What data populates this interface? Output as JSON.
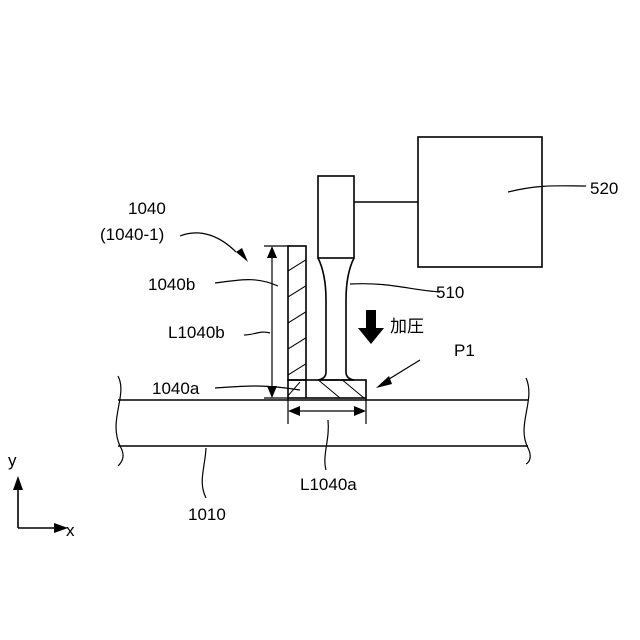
{
  "labels": {
    "part_1040": "1040",
    "part_1040_1": "(1040-1)",
    "part_1040b": "1040b",
    "length_1040b": "L1040b",
    "part_1040a": "1040a",
    "length_1040a": "L1040a",
    "part_1010": "1010",
    "part_510": "510",
    "part_520": "520",
    "pressure": "加圧",
    "point_p1": "P1",
    "axis_y": "y",
    "axis_x": "x"
  }
}
